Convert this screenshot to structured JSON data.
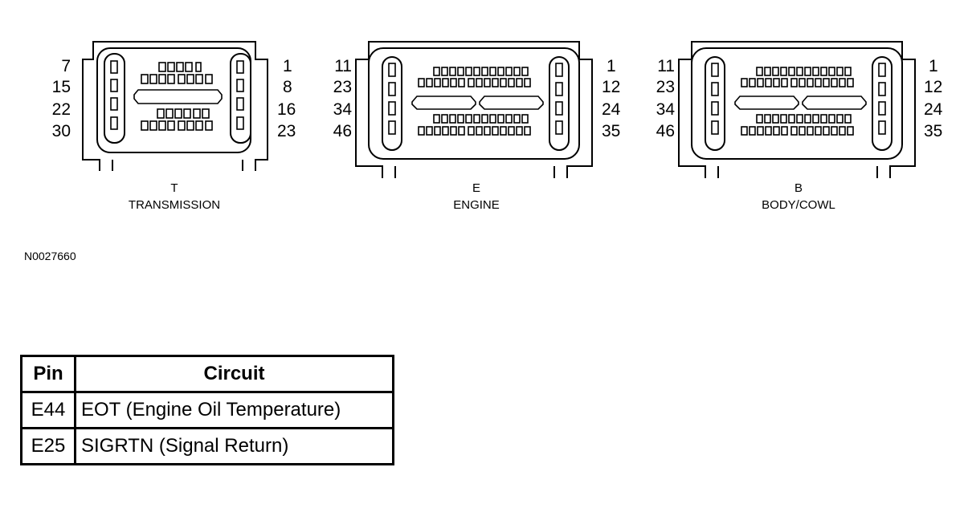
{
  "connectors": [
    {
      "letter": "T",
      "label": "TRANSMISSION",
      "left_pins": [
        "7",
        "15",
        "22",
        "30"
      ],
      "right_pins": [
        "1",
        "8",
        "16",
        "23"
      ]
    },
    {
      "letter": "E",
      "label": "ENGINE",
      "left_pins": [
        "11",
        "23",
        "34",
        "46"
      ],
      "right_pins": [
        "1",
        "12",
        "24",
        "35"
      ]
    },
    {
      "letter": "B",
      "label": "BODY/COWL",
      "left_pins": [
        "11",
        "23",
        "34",
        "46"
      ],
      "right_pins": [
        "1",
        "12",
        "24",
        "35"
      ]
    }
  ],
  "figure_id": "N0027660",
  "table": {
    "headers": [
      "Pin",
      "Circuit"
    ],
    "rows": [
      {
        "pin": "E44",
        "circuit": "EOT (Engine Oil Temperature)"
      },
      {
        "pin": "E25",
        "circuit": "SIGRTN (Signal Return)"
      }
    ]
  }
}
